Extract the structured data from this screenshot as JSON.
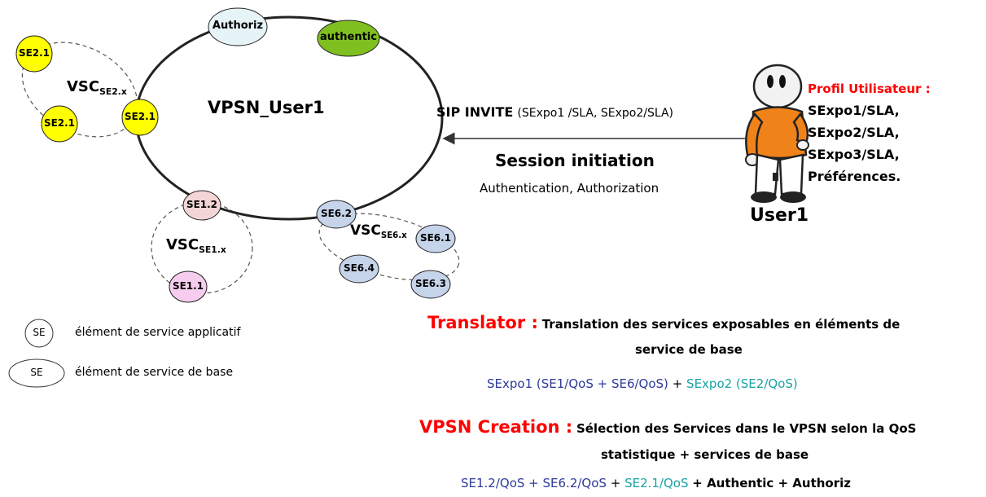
{
  "ring": {
    "title": "VPSN_User1"
  },
  "nodes": {
    "authoriz": "Authoriz",
    "authentic": "authentic",
    "se21_top": "SE2.1",
    "se21_bottom": "SE2.1",
    "se21_ring": "SE2.1",
    "se12": "SE1.2",
    "se11": "SE1.1",
    "se62": "SE6.2",
    "se61": "SE6.1",
    "se64": "SE6.4",
    "se63": "SE6.3"
  },
  "vsc": {
    "vsc2": {
      "main": "VSC",
      "sub": "SE2.x"
    },
    "vsc1": {
      "main": "VSC",
      "sub": "SE1.x"
    },
    "vsc6": {
      "main": "VSC",
      "sub": "SE6.x"
    }
  },
  "sip": {
    "keyword": "SIP INVITE",
    "params": "(SExpo1 /SLA, SExpo2/SLA)"
  },
  "session": {
    "title": "Session initiation",
    "subtitle": "Authentication, Authorization"
  },
  "user": {
    "name": "User1",
    "profile_title": "Profil Utilisateur :",
    "profile_items": [
      "SExpo1/SLA,",
      "SExpo2/SLA,",
      "SExpo3/SLA,",
      "Préférences."
    ]
  },
  "legend": {
    "item1": {
      "symbol": "SE",
      "text": "élément  de service applicatif"
    },
    "item2": {
      "symbol": "SE",
      "text": "élément  de service de base"
    }
  },
  "translator": {
    "label": "Translator :",
    "desc_line1": "Translation des services exposables en éléments de",
    "desc_line2": "service de base",
    "formula_part1": "SExpo1 (SE1/QoS + SE6/QoS)",
    "plus": "+",
    "formula_part2": "SExpo2 (SE2/QoS)"
  },
  "vpsn_creation": {
    "label": "VPSN Creation :",
    "desc_line1": "Sélection des Services dans le VPSN selon la QoS",
    "desc_line2": "statistique + services de base",
    "f1": "SE1.2/QoS + SE6.2/QoS",
    "plus1": "+",
    "f2": "SE2.1/QoS",
    "f3": "+ Authentic + Authoriz"
  },
  "colors": {
    "yellow_node": "#ffff00",
    "green_node": "#7fbf1f",
    "authoriz_node": "#e6f3f7",
    "se1_node": "#f4d5d6",
    "se11_node": "#f6cdee",
    "se6_node": "#c6d4ea",
    "title_red": "#ff0000",
    "formula_blue": "#2e3a9a",
    "formula_teal": "#1aa3a3"
  }
}
